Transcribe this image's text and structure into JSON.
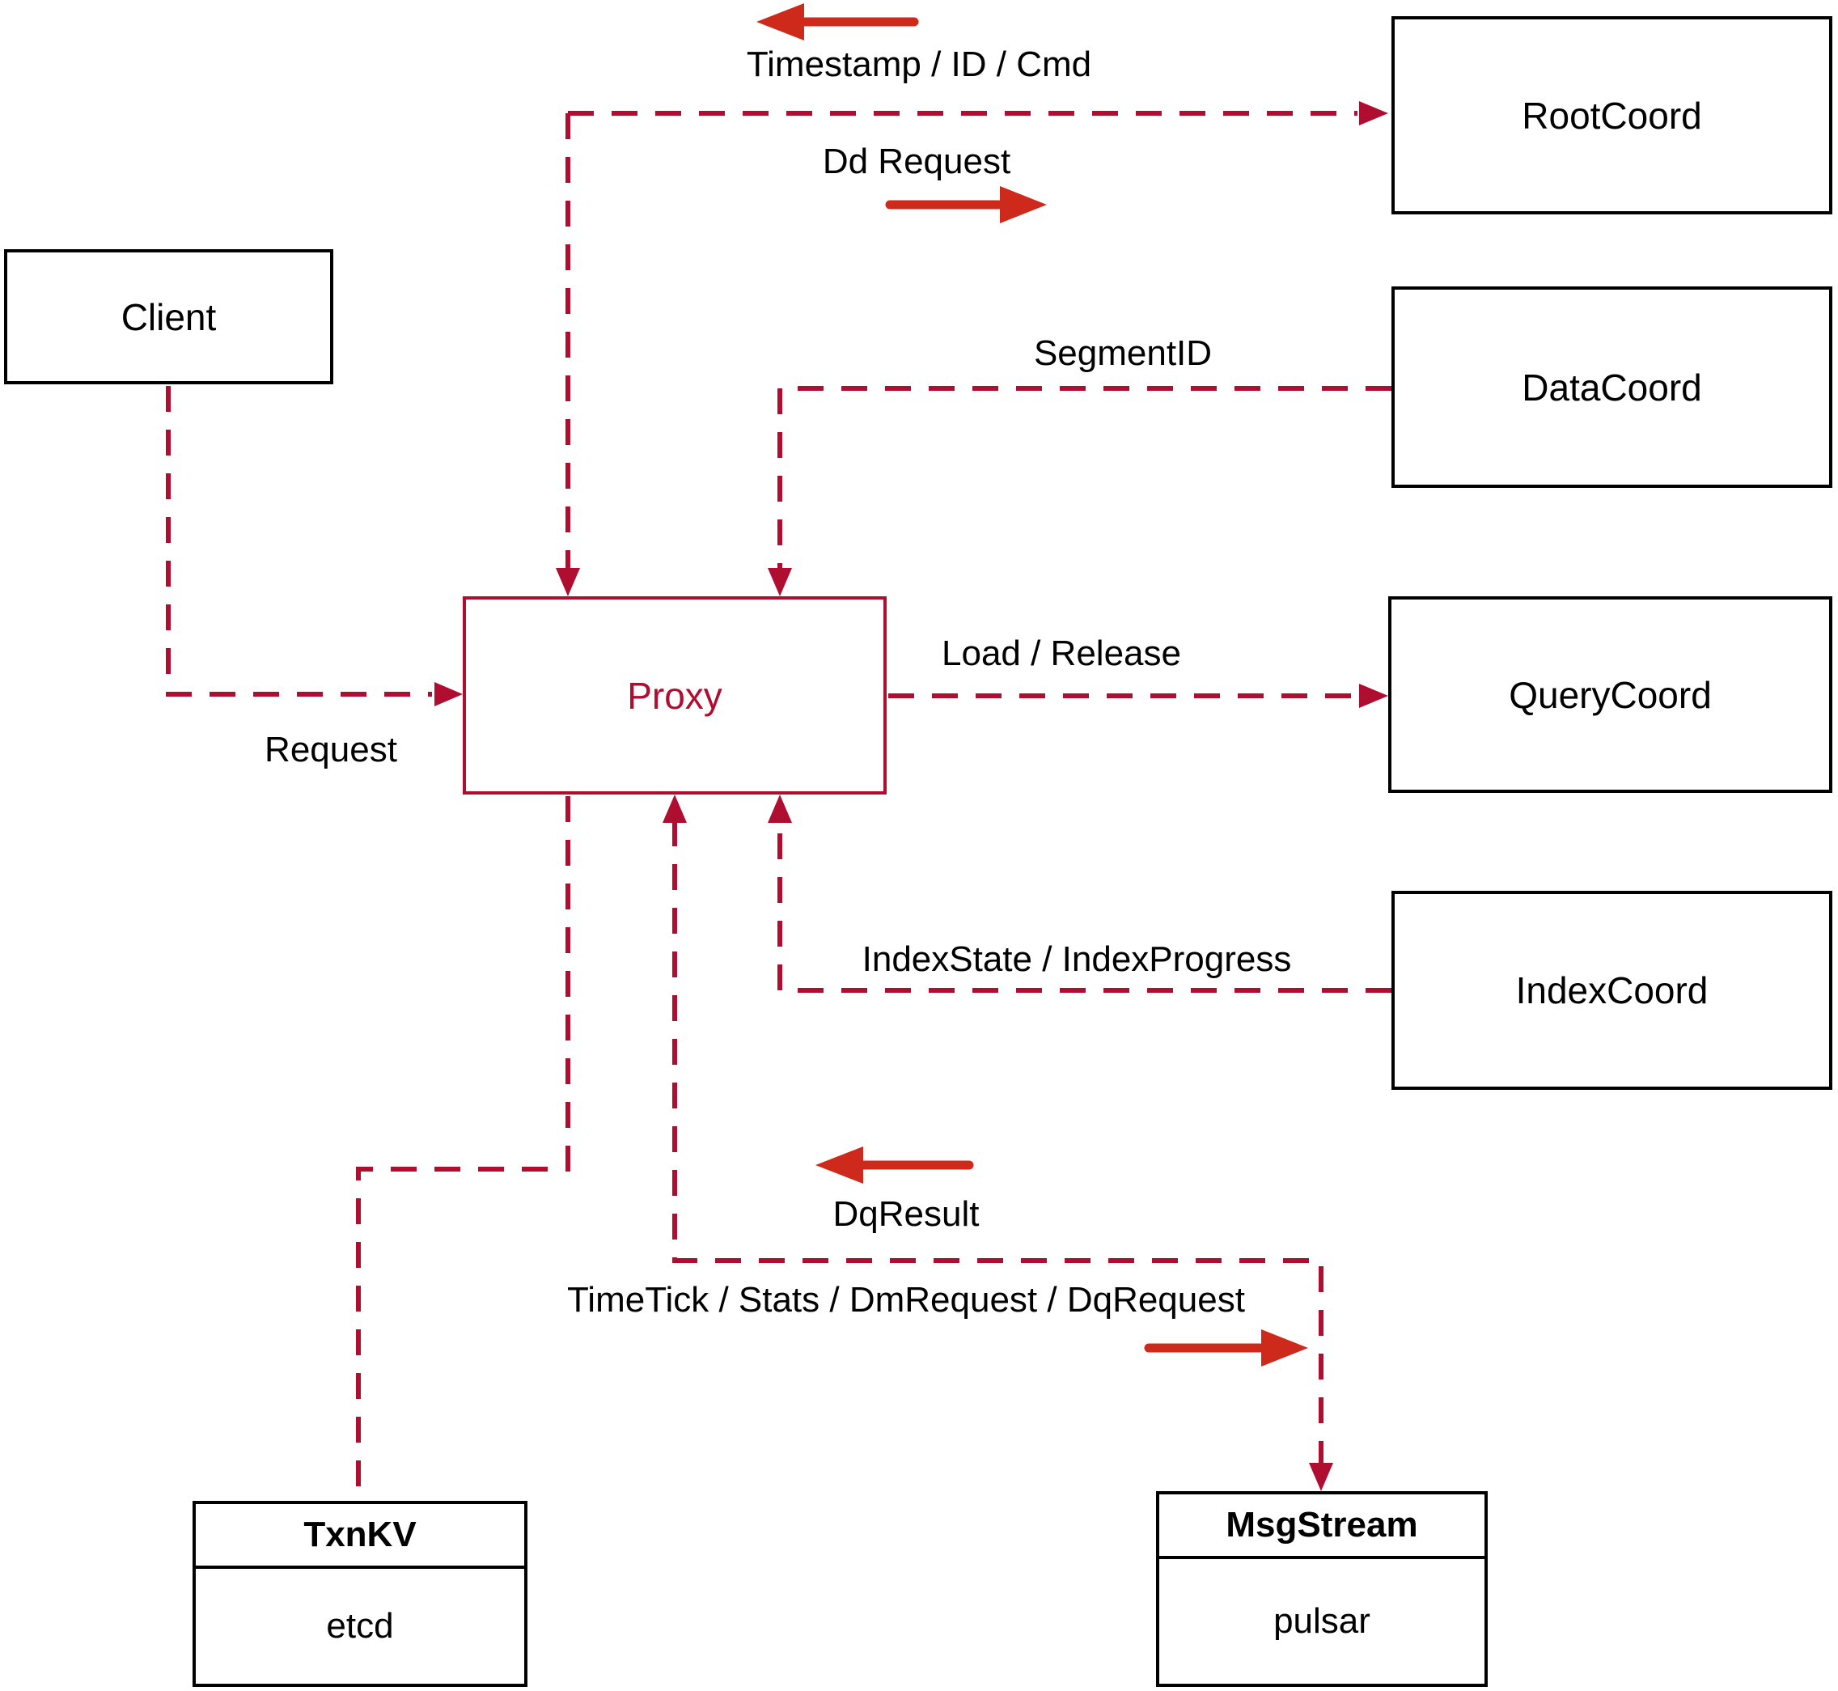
{
  "nodes": {
    "client": {
      "label": "Client"
    },
    "proxy": {
      "label": "Proxy"
    },
    "rootcoord": {
      "label": "RootCoord"
    },
    "datacoord": {
      "label": "DataCoord"
    },
    "querycoord": {
      "label": "QueryCoord"
    },
    "indexcoord": {
      "label": "IndexCoord"
    },
    "txnkv": {
      "title": "TxnKV",
      "subtitle": "etcd"
    },
    "msgstream": {
      "title": "MsgStream",
      "subtitle": "pulsar"
    }
  },
  "edge_labels": {
    "timestamp_id_cmd": "Timestamp / ID / Cmd",
    "dd_request": "Dd Request",
    "segment_id": "SegmentID",
    "load_release": "Load / Release",
    "request": "Request",
    "index_state": "IndexState / IndexProgress",
    "dq_result": "DqResult",
    "time_tick": "TimeTick / Stats / DmRequest / DqRequest"
  },
  "colors": {
    "dashed_line": "#b00e31",
    "solid_arrow": "#cd2a1b",
    "box_border": "#000000",
    "proxy_accent": "#b00e31",
    "label_text": "#000000",
    "background": "#ffffff"
  }
}
